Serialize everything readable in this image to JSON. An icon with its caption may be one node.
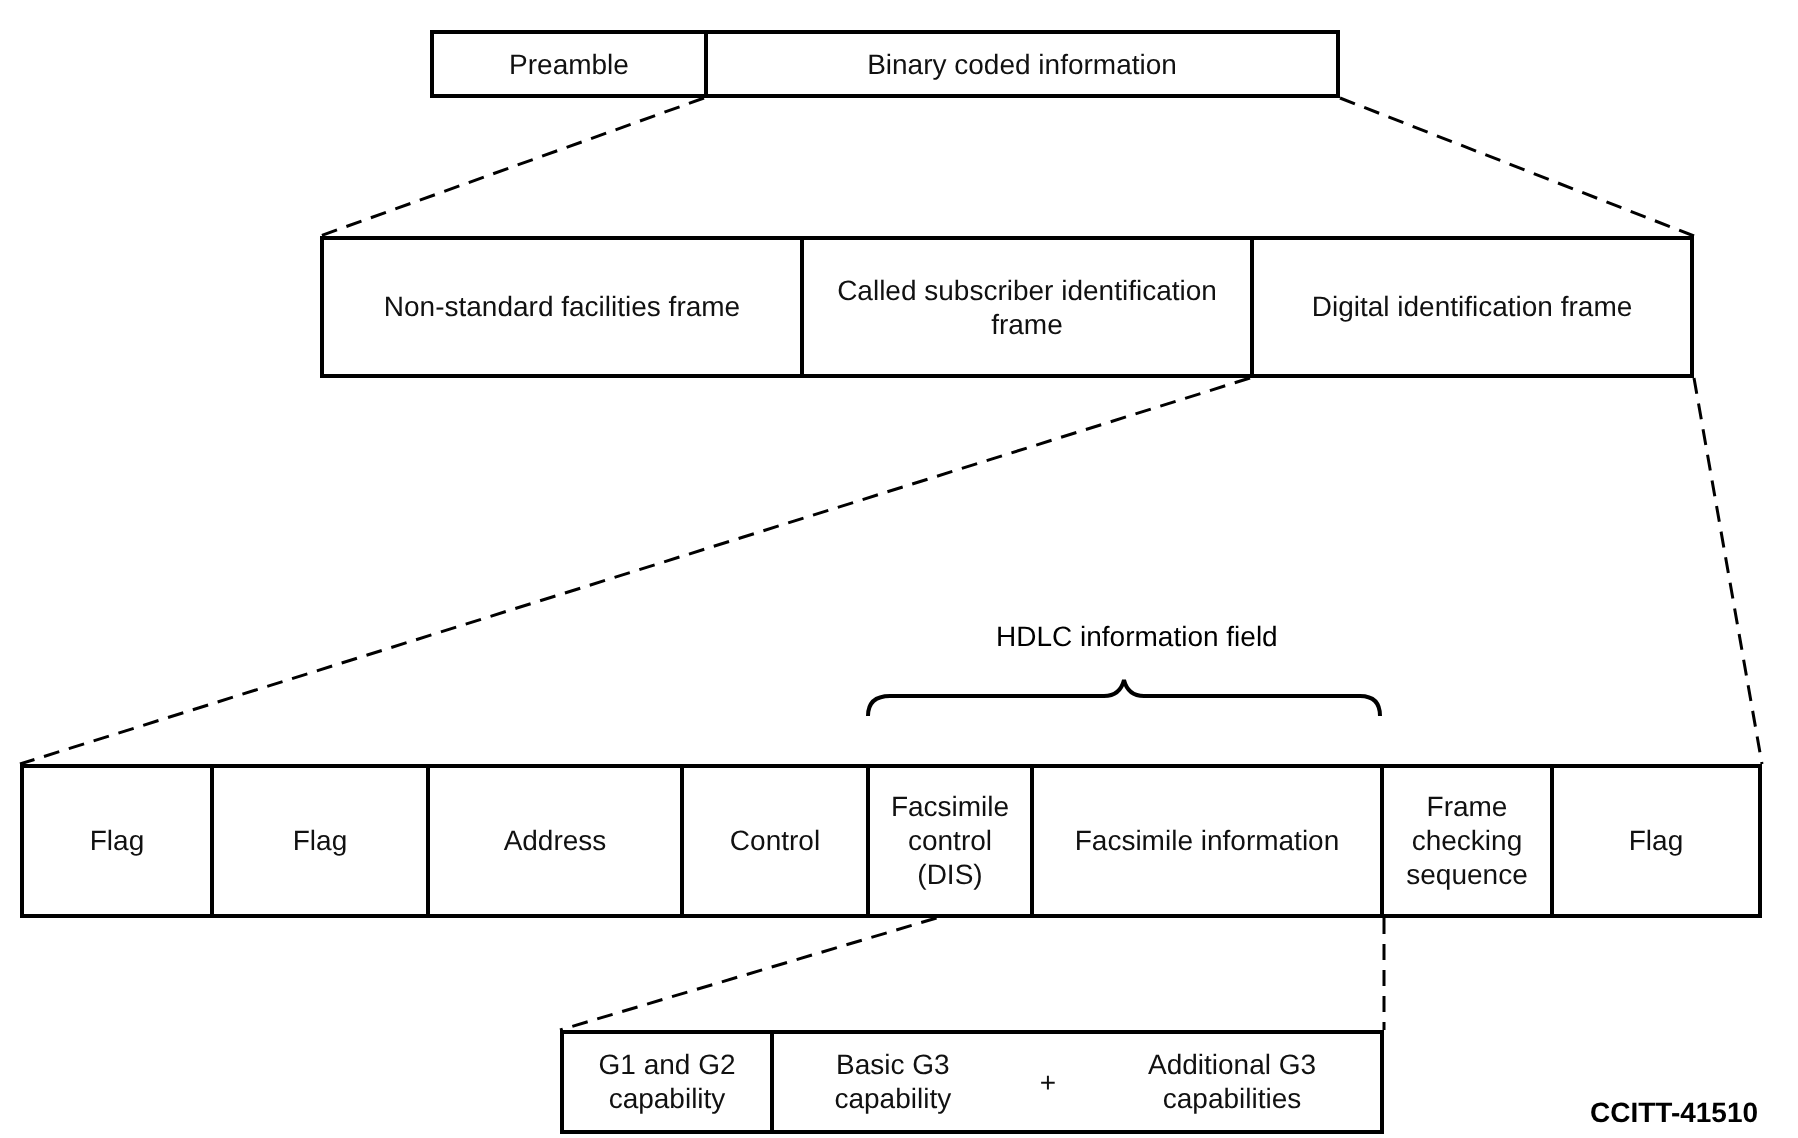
{
  "diagram": {
    "nodes": [
      {
        "text": [
          "Preamble"
        ]
      },
      {
        "text": [
          "Binary coded information"
        ]
      },
      {
        "text": [
          "Non-standard facilities frame"
        ]
      },
      {
        "text": [
          "Called subscriber identification frame"
        ]
      },
      {
        "text": [
          "Digital identification frame"
        ]
      },
      {
        "text": [
          "Flag"
        ]
      },
      {
        "text": [
          "Flag"
        ]
      },
      {
        "text": [
          "Address"
        ]
      },
      {
        "text": [
          "Control"
        ]
      },
      {
        "text": [
          "Facsimile control (DIS)"
        ]
      },
      {
        "text": [
          "Facsimile information"
        ]
      },
      {
        "text": [
          "Frame checking sequence"
        ]
      },
      {
        "text": [
          "Flag"
        ]
      },
      {
        "text": [
          "G1 and G2 capability"
        ]
      },
      {
        "text": [
          "Basic G3 capability",
          "+",
          "Additional G3 capabilities"
        ]
      }
    ],
    "edges": [
      {
        "from": 1,
        "to": 2,
        "arrow": "none",
        "style": "dashed"
      },
      {
        "from": 1,
        "to": 4,
        "arrow": "none",
        "style": "dashed"
      },
      {
        "from": 4,
        "to": 5,
        "arrow": "none",
        "style": "dashed"
      },
      {
        "from": 4,
        "to": 12,
        "arrow": "none",
        "style": "dashed"
      },
      {
        "from": 9,
        "to": 13,
        "arrow": "none",
        "style": "dashed"
      },
      {
        "from": 10,
        "to": 14,
        "arrow": "none",
        "style": "dashed"
      }
    ],
    "labels": [
      "HDLC information field",
      "CCITT-41510"
    ]
  }
}
